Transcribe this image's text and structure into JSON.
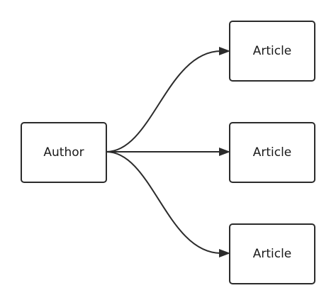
{
  "diagram": {
    "nodes": {
      "author": {
        "label": "Author"
      },
      "article_top": {
        "label": "Article"
      },
      "article_middle": {
        "label": "Article"
      },
      "article_bottom": {
        "label": "Article"
      }
    },
    "edges": [
      {
        "from": "Author",
        "to": "Article (top)"
      },
      {
        "from": "Author",
        "to": "Article (middle)"
      },
      {
        "from": "Author",
        "to": "Article (bottom)"
      }
    ],
    "colors": {
      "stroke": "#2b2b2b",
      "fill": "#ffffff",
      "text": "#1a1a1a"
    }
  }
}
